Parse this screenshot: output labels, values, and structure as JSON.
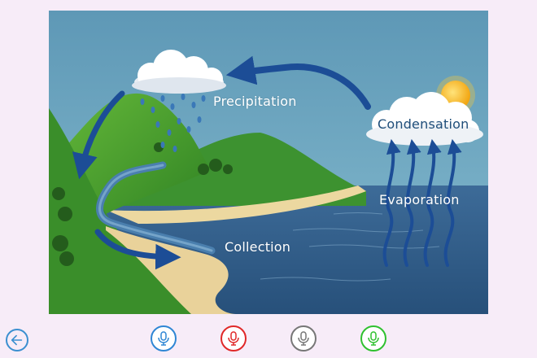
{
  "labels": {
    "precipitation": "Precipitation",
    "condensation": "Condensation",
    "evaporation": "Evaporation",
    "collection": "Collection"
  },
  "toolbar": {
    "back_icon": "back-arrow-icon",
    "mic_buttons": [
      {
        "icon": "microphone-icon",
        "color": "#2f86d4"
      },
      {
        "icon": "microphone-icon",
        "color": "#e02828"
      },
      {
        "icon": "microphone-icon",
        "color": "#777777"
      },
      {
        "icon": "microphone-icon",
        "color": "#2fc12f"
      }
    ]
  },
  "colors": {
    "page_bg": "#f7ecf8",
    "sky": "#6fa6bf",
    "sea": "#2f5a86",
    "hill": "#3f9a2c",
    "arrow": "#1c4d96",
    "sun": "#f5b41c"
  }
}
